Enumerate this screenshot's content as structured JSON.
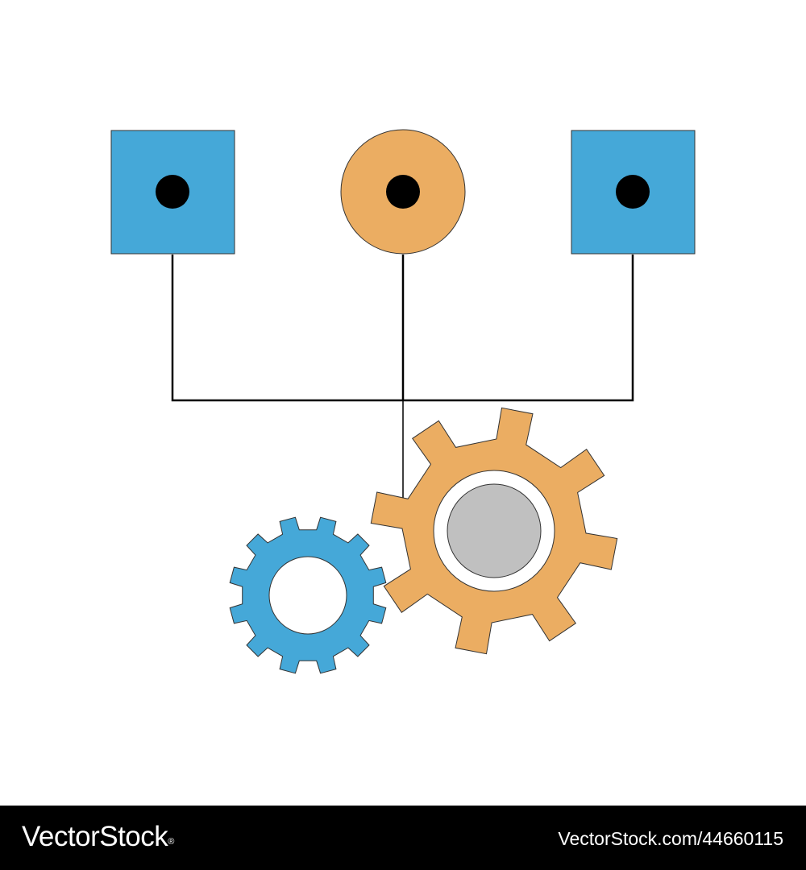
{
  "colors": {
    "blue": "#45a8d8",
    "orange": "#ebad62",
    "gray": "#c0c0c0",
    "black": "#000000",
    "white": "#ffffff"
  },
  "nodes": [
    {
      "shape": "square",
      "color": "blue",
      "icon": "dot-icon"
    },
    {
      "shape": "circle",
      "color": "orange",
      "icon": "dot-icon"
    },
    {
      "shape": "square",
      "color": "blue",
      "icon": "dot-icon"
    }
  ],
  "gears": [
    {
      "name": "small-gear",
      "color": "blue",
      "teeth": 12
    },
    {
      "name": "large-gear",
      "color": "orange",
      "teeth": 8
    }
  ],
  "footer": {
    "brand": "VectorStock",
    "registered_mark": "®",
    "image_id": "VectorStock.com/44660115"
  }
}
